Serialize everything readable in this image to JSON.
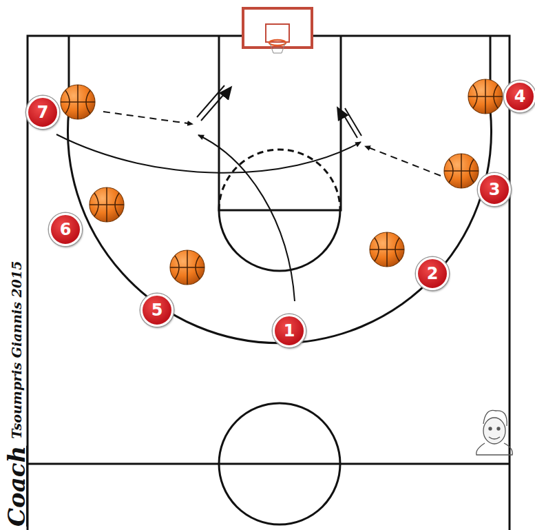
{
  "diagram": {
    "nodes": [
      {
        "text": [
          "7"
        ]
      },
      {
        "text": [
          "4"
        ]
      },
      {
        "text": [
          "3"
        ]
      },
      {
        "text": [
          "6"
        ]
      },
      {
        "text": [
          "2"
        ]
      },
      {
        "text": [
          "5"
        ]
      },
      {
        "text": [
          "1"
        ]
      }
    ],
    "labels": [
      "Coach",
      "Tsoumpris Giannis 2015"
    ]
  }
}
